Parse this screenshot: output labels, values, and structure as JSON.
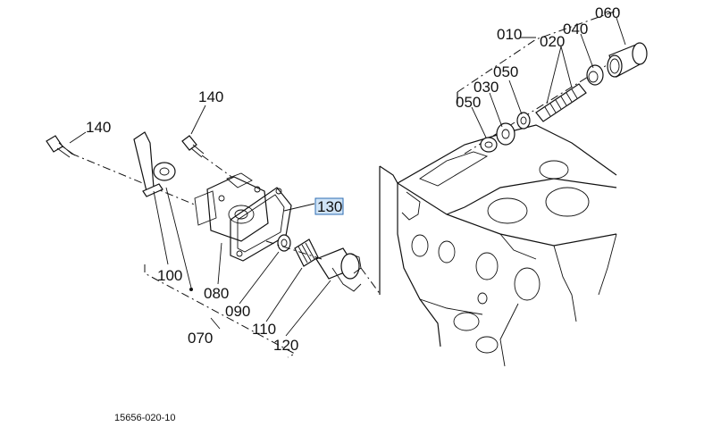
{
  "diagram": {
    "part_labels": {
      "p010": "010",
      "p020": "020",
      "p030": "030",
      "p040": "040",
      "p050a": "050",
      "p050b": "050",
      "p060": "060",
      "p070": "070",
      "p080": "080",
      "p090": "090",
      "p100": "100",
      "p110": "110",
      "p120": "120",
      "p130": "130",
      "p140a": "140",
      "p140b": "140"
    },
    "highlighted_part": "130",
    "document_code": "15656-020-10",
    "colors": {
      "line": "#111111",
      "highlight_fill": "#cfe3f6",
      "highlight_border": "#2e6db3"
    }
  }
}
